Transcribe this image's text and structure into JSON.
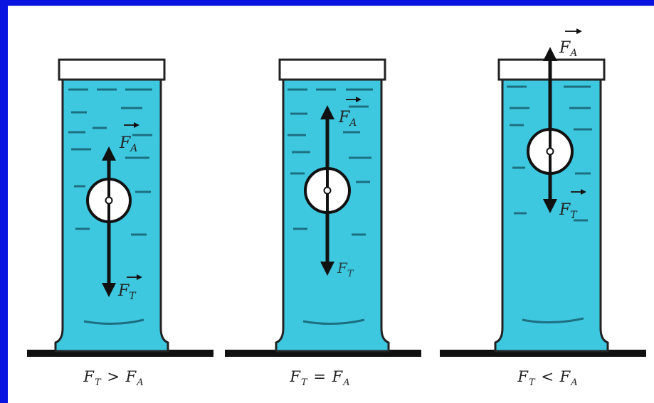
{
  "colors": {
    "frame": "#0a14e0",
    "background": "#ffffff",
    "water": "#3dc8e0",
    "ink": "#111111"
  },
  "cylinders": [
    {
      "id": "sinking",
      "condition": "Fт > FA",
      "caption": {
        "f1": "F",
        "s1": "T",
        "op": ">",
        "f2": "F",
        "s2": "A"
      },
      "buoyant_label": {
        "f": "F",
        "s": "A"
      },
      "gravity_label": {
        "f": "F",
        "s": "T"
      }
    },
    {
      "id": "floating-inside",
      "condition": "Fт = FA",
      "caption": {
        "f1": "F",
        "s1": "T",
        "op": "=",
        "f2": "F",
        "s2": "A"
      },
      "buoyant_label": {
        "f": "F",
        "s": "A"
      },
      "gravity_label": {
        "f": "F",
        "s": "T"
      }
    },
    {
      "id": "rising",
      "condition": "Fт < FA",
      "caption": {
        "f1": "F",
        "s1": "T",
        "op": "<",
        "f2": "F",
        "s2": "A"
      },
      "buoyant_label": {
        "f": "F",
        "s": "A"
      },
      "gravity_label": {
        "f": "F",
        "s": "T"
      }
    }
  ]
}
